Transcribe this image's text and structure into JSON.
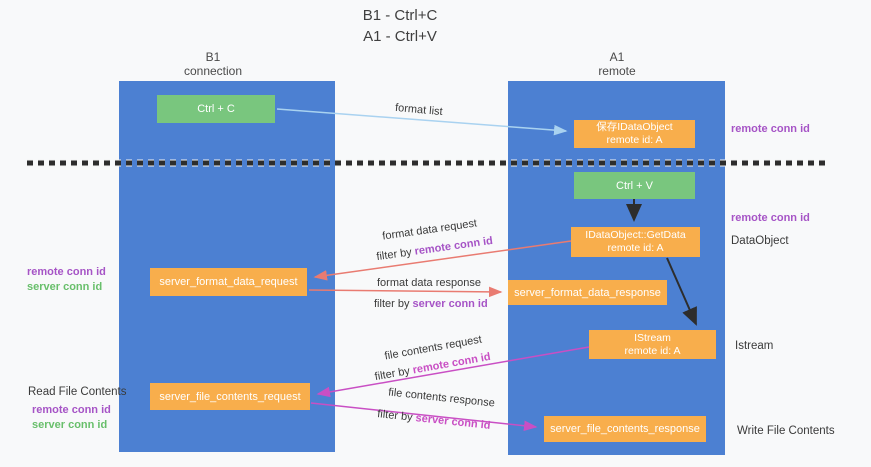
{
  "title": {
    "line1": "B1 - Ctrl+C",
    "line2": "A1 - Ctrl+V"
  },
  "lanes": {
    "left": {
      "header1": "B1",
      "header2": "connection"
    },
    "right": {
      "header1": "A1",
      "header2": "remote"
    }
  },
  "nodes": {
    "ctrl_c": {
      "label": "Ctrl + C"
    },
    "save_idataobject": {
      "line1": "保存IDataObject",
      "line2": "remote id: A"
    },
    "ctrl_v": {
      "label": "Ctrl + V"
    },
    "getdata": {
      "line1": "IDataObject::GetData",
      "line2": "remote id: A"
    },
    "format_request": {
      "label": "server_format_data_request"
    },
    "format_response": {
      "label": "server_format_data_response"
    },
    "istream": {
      "line1": "IStream",
      "line2": "remote id: A"
    },
    "file_request": {
      "label": "server_file_contents_request"
    },
    "file_response": {
      "label": "server_file_contents_response"
    }
  },
  "edge_labels": {
    "format_list": "format list",
    "format_data_request": "format data request",
    "format_data_request_filter_prefix": "filter by ",
    "format_data_request_filter_key": "remote conn id",
    "format_data_response": "format data response",
    "format_data_response_filter_prefix": "filter by ",
    "format_data_response_filter_key": "server conn id",
    "file_contents_request": "file contents request",
    "file_contents_request_filter_prefix": "filter by ",
    "file_contents_request_filter_key": "remote conn id",
    "file_contents_response": "file contents response",
    "file_contents_response_filter_prefix": "filter by ",
    "file_contents_response_filter_key": "server conn id"
  },
  "side_labels": {
    "right_remote_conn_id_top": "remote conn id",
    "right_remote_conn_id_mid": "remote conn id",
    "right_dataobject": "DataObject",
    "right_istream": "Istream",
    "right_write_file_contents": "Write File Contents",
    "left_remote_conn_id_top": "remote conn id",
    "left_server_conn_id_top": "server conn id",
    "left_read_file_contents": "Read File Contents",
    "left_remote_conn_id_bottom": "remote conn id",
    "left_server_conn_id_bottom": "server conn id"
  },
  "colors": {
    "lane_blue": "#4c80d2",
    "node_orange": "#f8ae4c",
    "node_green": "#79c67e",
    "purple": "#a654c6",
    "green_label": "#68bf6b",
    "magenta": "#c94fc4",
    "salmon": "#e97b71",
    "light_blue": "#a9d2f0",
    "dark": "#2d2d2d"
  }
}
